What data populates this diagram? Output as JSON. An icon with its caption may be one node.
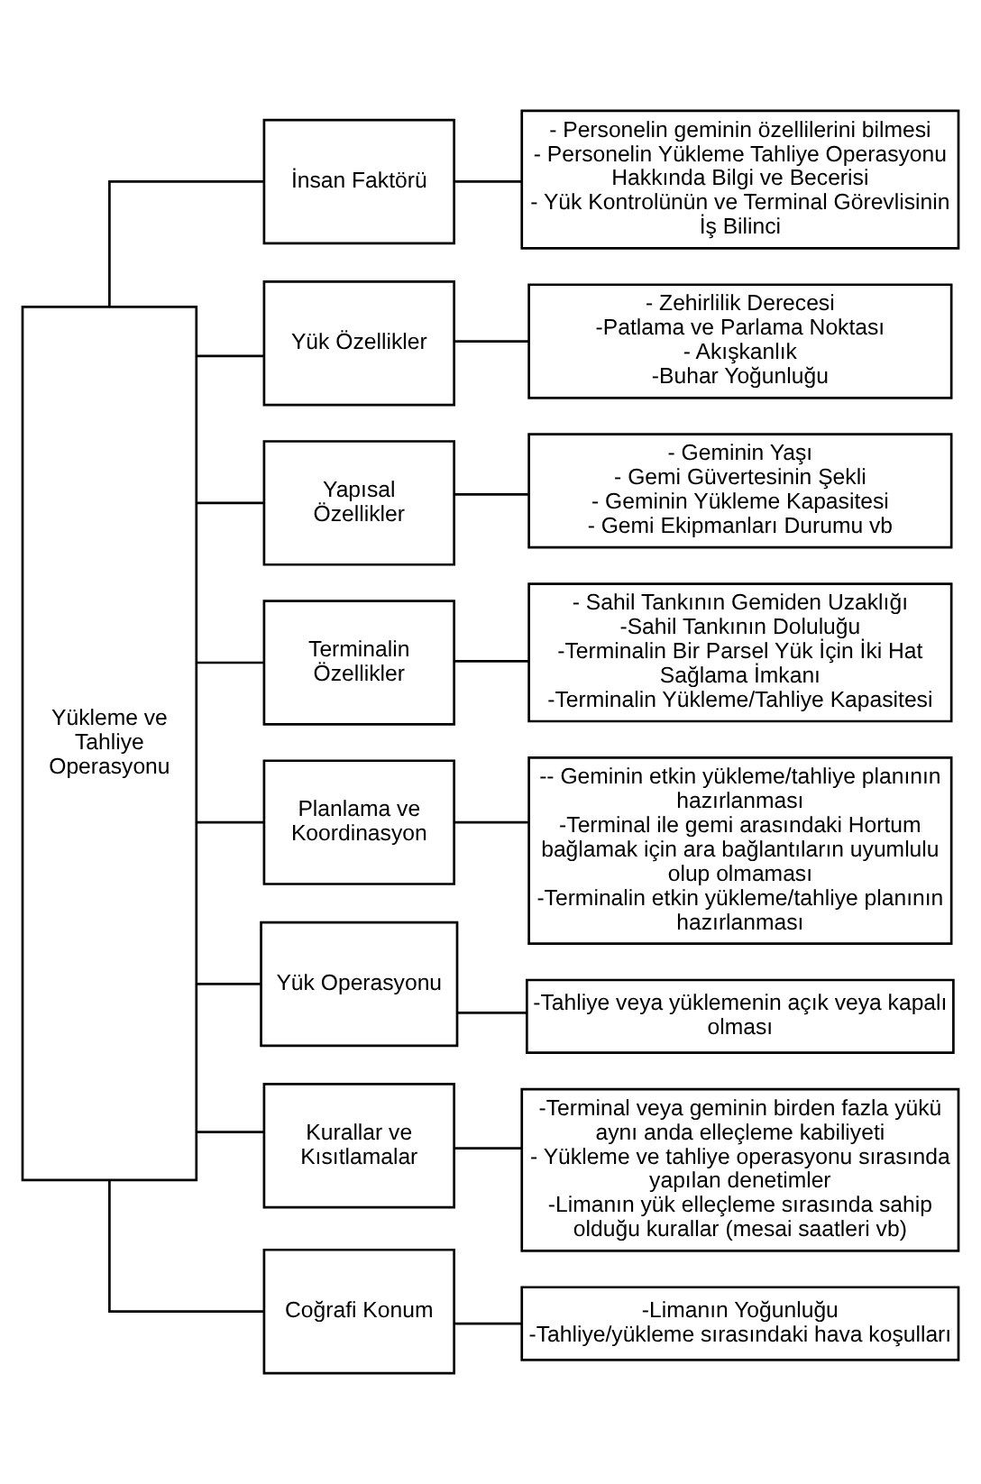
{
  "diagram": {
    "nodes": [
      {
        "text": [
          "Yükleme ve Tahliye Operasyonu"
        ]
      },
      {
        "text": [
          "İnsan Faktörü"
        ]
      },
      {
        "text": [
          "- Personelin geminin özellilerini bilmesi",
          "- Personelin Yükleme Tahliye Operasyonu Hakkında Bilgi ve Becerisi",
          "- Yük Kontrolünün ve Terminal Görevlisinin İş Bilinci"
        ]
      },
      {
        "text": [
          "Yük Özellikler"
        ]
      },
      {
        "text": [
          "- Zehirlilik Derecesi",
          "-Patlama ve Parlama Noktası",
          "- Akışkanlık",
          "-Buhar Yoğunluğu"
        ]
      },
      {
        "text": [
          "Yapısal Özellikler"
        ]
      },
      {
        "text": [
          "- Geminin Yaşı",
          "- Gemi Güvertesinin Şekli",
          "- Geminin Yükleme Kapasitesi",
          "- Gemi Ekipmanları Durumu vb"
        ]
      },
      {
        "text": [
          "Terminalin Özellikler"
        ]
      },
      {
        "text": [
          "- Sahil Tankının Gemiden Uzaklığı",
          "-Sahil Tankının Doluluğu",
          "-Terminalin Bir Parsel Yük İçin İki Hat Sağlama İmkanı",
          "-Terminalin Yükleme/Tahliye Kapasitesi"
        ]
      },
      {
        "text": [
          "Planlama ve Koordinasyon"
        ]
      },
      {
        "text": [
          "-- Geminin etkin yükleme/tahliye planının hazırlanması",
          "-Terminal ile gemi arasındaki Hortum bağlamak için ara bağlantıların uyumlulu olup olmaması",
          "-Terminalin etkin yükleme/tahliye planının hazırlanması"
        ]
      },
      {
        "text": [
          "Yük Operasyonu"
        ]
      },
      {
        "text": [
          "-Tahliye veya yüklemenin açık veya kapalı olması"
        ]
      },
      {
        "text": [
          "Kurallar ve Kısıtlamalar"
        ]
      },
      {
        "text": [
          "-Terminal veya geminin birden fazla yükü aynı anda elleçleme kabiliyeti",
          "- Yükleme ve tahliye operasyonu sırasında yapılan denetimler",
          "-Limanın yük elleçleme sırasında sahip olduğu kurallar (mesai saatleri vb)"
        ]
      },
      {
        "text": [
          "Coğrafi Konum"
        ]
      },
      {
        "text": [
          "-Limanın Yoğunluğu",
          "-Tahliye/yükleme sırasındaki hava koşulları"
        ]
      }
    ],
    "edges": [
      {
        "from": 0,
        "to": 1,
        "arrow": "none"
      },
      {
        "from": 0,
        "to": 3,
        "arrow": "none"
      },
      {
        "from": 0,
        "to": 5,
        "arrow": "none"
      },
      {
        "from": 0,
        "to": 7,
        "arrow": "none"
      },
      {
        "from": 0,
        "to": 9,
        "arrow": "none"
      },
      {
        "from": 0,
        "to": 11,
        "arrow": "none"
      },
      {
        "from": 0,
        "to": 13,
        "arrow": "none"
      },
      {
        "from": 0,
        "to": 15,
        "arrow": "none"
      },
      {
        "from": 1,
        "to": 2,
        "arrow": "none"
      },
      {
        "from": 3,
        "to": 4,
        "arrow": "none"
      },
      {
        "from": 5,
        "to": 6,
        "arrow": "none"
      },
      {
        "from": 7,
        "to": 8,
        "arrow": "none"
      },
      {
        "from": 9,
        "to": 10,
        "arrow": "none"
      },
      {
        "from": 11,
        "to": 12,
        "arrow": "none"
      },
      {
        "from": 13,
        "to": 14,
        "arrow": "none"
      },
      {
        "from": 15,
        "to": 16,
        "arrow": "none"
      }
    ]
  }
}
